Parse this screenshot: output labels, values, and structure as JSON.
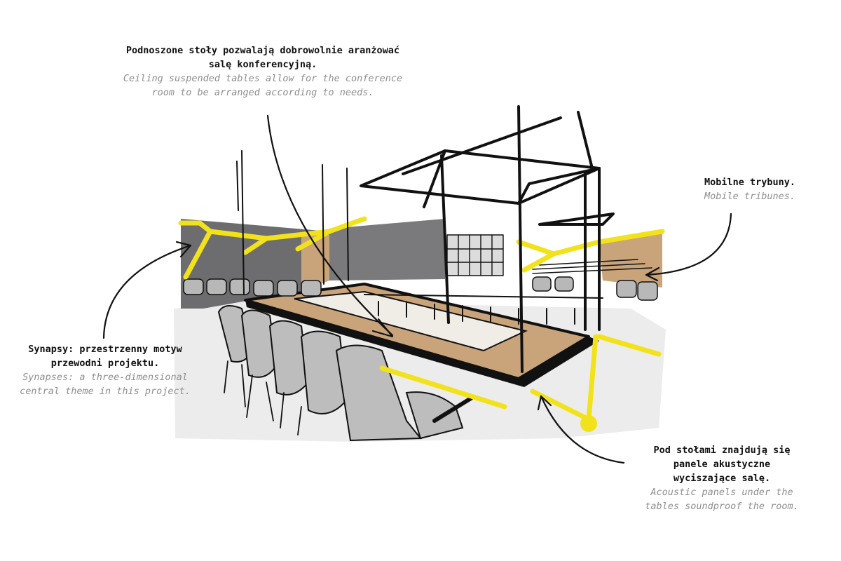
{
  "annotations": {
    "tables": {
      "pl": "Podnoszone stoły pozwalają dobrowolnie aranżować\nsalę konferencyjną.",
      "en": "Ceiling suspended tables allow for the conference\nroom to be arranged according to needs."
    },
    "tribunes": {
      "pl": "Mobilne trybuny.",
      "en": "Mobile tribunes."
    },
    "synapses": {
      "pl": "Synapsy: przestrzenny motyw\nprzewodni projektu.",
      "en": "Synapses: a three-dimensional\ncentral theme in this project."
    },
    "acoustic": {
      "pl": "Pod stołami znajdują się\npanele akustyczne\nwyciszające salę.",
      "en": "Acoustic panels under the\ntables soundproof the room."
    }
  },
  "colors": {
    "ink": "#111111",
    "english_text": "#8e8e8e",
    "synapse_yellow": "#f2e21c",
    "wall_grey": "#6d6d70",
    "floor_grey": "#ececec",
    "chair_grey": "#bdbdbd",
    "wood": "#c9a47a"
  }
}
